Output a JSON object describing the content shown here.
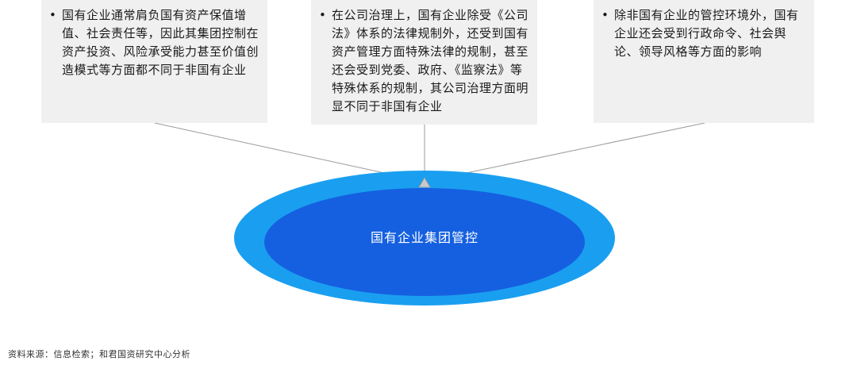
{
  "boxes": [
    {
      "text": "国有企业通常肩负国有资产保值增值、社会责任等，因此其集团控制在资产投资、风险承受能力甚至价值创造模式等方面都不同于非国有企业"
    },
    {
      "text": "在公司治理上，国有企业除受《公司法》体系的法律规制外，还受到国有资产管理方面特殊法律的规制，甚至还会受到党委、政府、《监察法》等特殊体系的规制，其公司治理方面明显不同于非国有企业"
    },
    {
      "text": "除非国有企业的管控环境外，国有企业还会受到行政命令、社会舆论、领导风格等方面的影响"
    }
  ],
  "center": {
    "label": "国有企业集团管控"
  },
  "source": "资料来源：信息检索；和君国资研究中心分析",
  "colors": {
    "outer_ring": "#1a9ff0",
    "inner_ellipse": "#1560e0",
    "box_fill": "#f0f0f0",
    "connector": "#9a9a9a"
  }
}
